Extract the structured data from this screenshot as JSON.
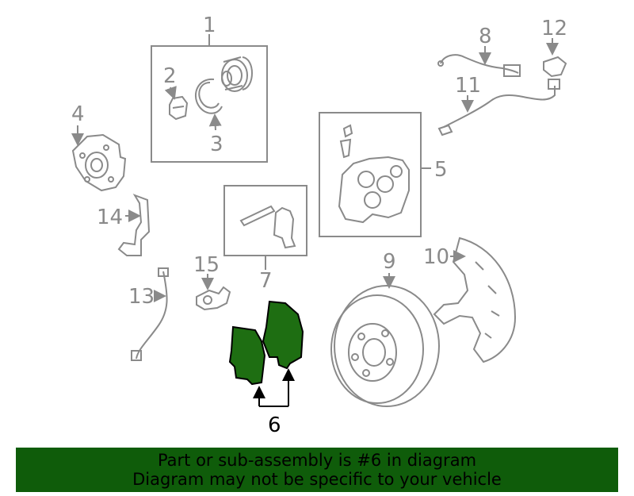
{
  "callouts": {
    "c1": "1",
    "c2": "2",
    "c3": "3",
    "c4": "4",
    "c5": "5",
    "c6": "6",
    "c7": "7",
    "c8": "8",
    "c9": "9",
    "c10": "10",
    "c11": "11",
    "c12": "12",
    "c13": "13",
    "c14": "14",
    "c15": "15"
  },
  "banner": {
    "line1": "Part or sub-assembly is #6 in diagram",
    "line2": "Diagram may not be specific to your vehicle"
  },
  "colors": {
    "line": "#8a8a8a",
    "highlight_fill": "#1e6e12",
    "banner_bg": "#0f5c0a"
  }
}
